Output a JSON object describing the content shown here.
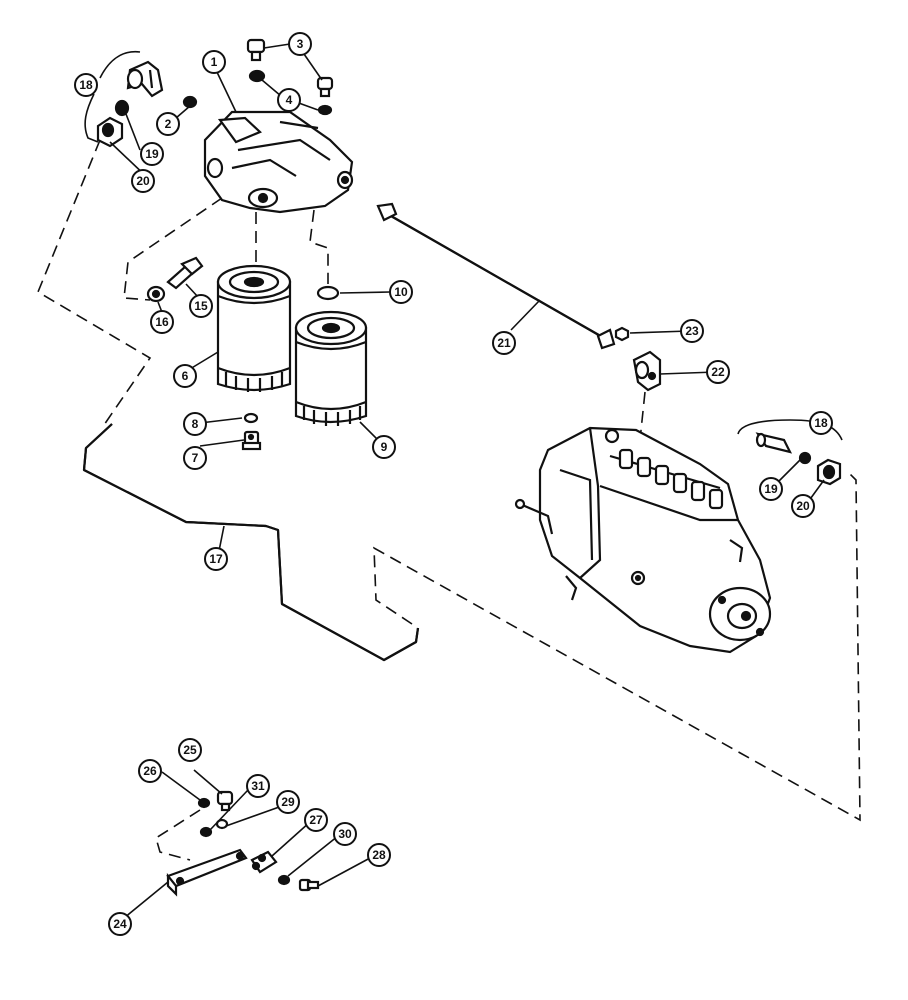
{
  "diagram": {
    "callouts": {
      "c1": "1",
      "c2": "2",
      "c3": "3",
      "c4": "4",
      "c6": "6",
      "c7": "7",
      "c8": "8",
      "c9": "9",
      "c10": "10",
      "c15": "15",
      "c16": "16",
      "c17": "17",
      "c18a": "18",
      "c19a": "19",
      "c20a": "20",
      "c18b": "18",
      "c19b": "19",
      "c20b": "20",
      "c21": "21",
      "c22": "22",
      "c23": "23",
      "c24": "24",
      "c25": "25",
      "c26": "26",
      "c27": "27",
      "c28": "28",
      "c29": "29",
      "c30": "30",
      "c31": "31"
    },
    "colors": {
      "ink": "#111111",
      "paper": "#ffffff"
    }
  }
}
